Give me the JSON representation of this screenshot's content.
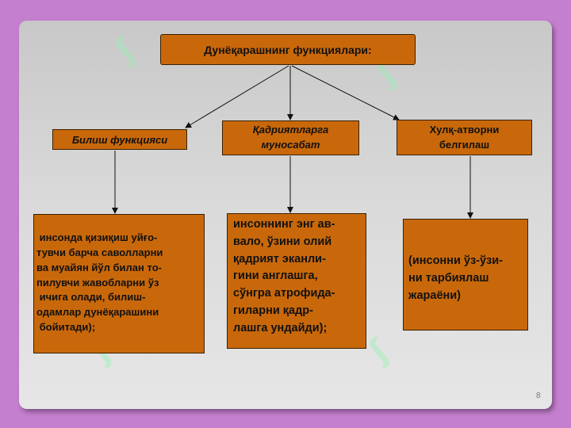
{
  "title": "Дунёқарашнинг функциялари:",
  "branches": [
    {
      "header": "Билиш функцияси",
      "content": " инсонда қизиқиш уйғо-\nтувчи барча саволларни\nва муайян йўл билан то-\nпилувчи жавобларни ўз\n ичига олади, билиш-\nодамлар дунёқарашини\n бойитади);"
    },
    {
      "header": "Қадриятларга\nмуносабат",
      "content": "инсоннинг энг ав-\nвало, ўзини олий\nқадрият эканли-\nгини англашга,\nсўнгра атрофида-\nгиларни қадр-\nлашга ундайди);"
    },
    {
      "header": "Хулқ-атворни\nбелгилаш",
      "content": "(инсонни ўз-ўзи-\nни тарбиялаш\nжараёни)"
    }
  ],
  "page_number": "8",
  "watermark": "SOFT",
  "colors": {
    "background": "#c57fcf",
    "box_fill": "#c9680a",
    "watermark": "#b8f0c8"
  }
}
